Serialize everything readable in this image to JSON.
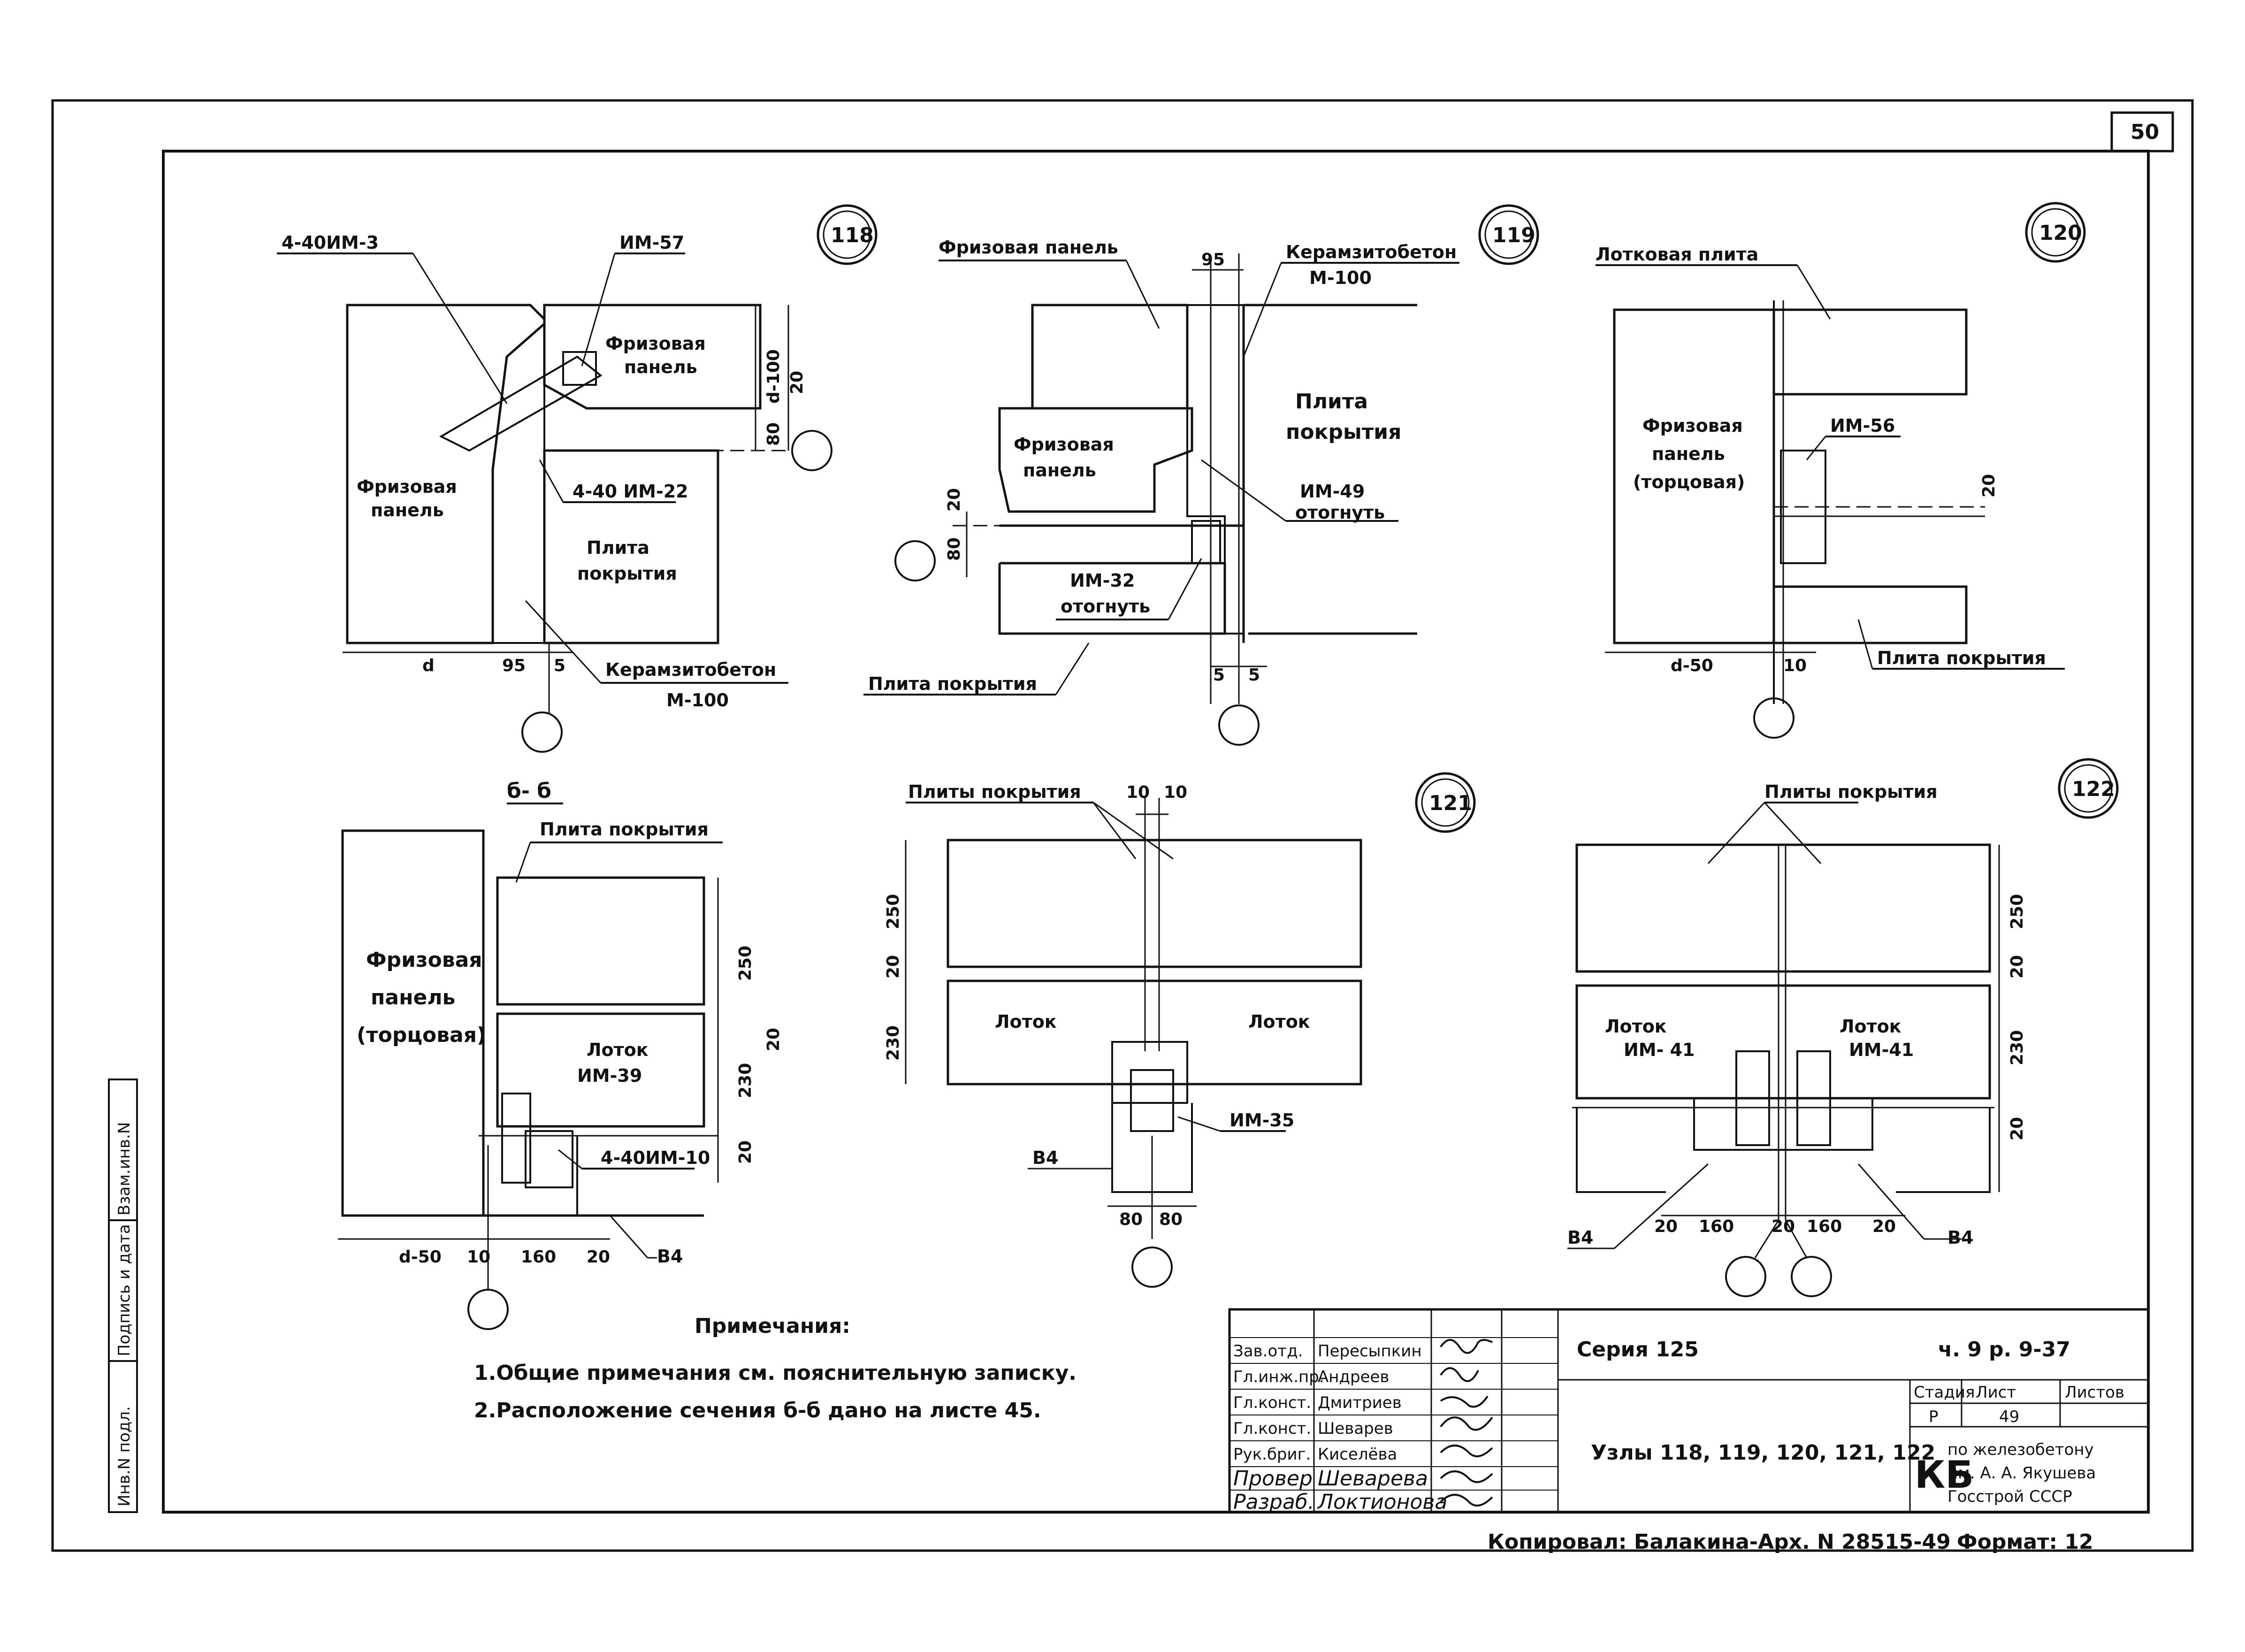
{
  "sheet": {
    "number": "50"
  },
  "side_stamp": {
    "cells": [
      "Инв.N подл.",
      "Подпись и дата",
      "Взам.инв.N"
    ]
  },
  "node118": {
    "number": "118",
    "labels": {
      "im3": "4-40ИМ-3",
      "im57": "ИМ-57",
      "frieze_panel_right_1": "Фризовая",
      "frieze_panel_right_2": "панель",
      "frieze_panel_left_1": "Фризовая",
      "frieze_panel_left_2": "панель",
      "im22": "4-40 ИМ-22",
      "slab_1": "Плита",
      "slab_2": "покрытия",
      "concrete_1": "Керамзитобетон",
      "concrete_2": "М-100"
    },
    "dims": {
      "d_minus_100": "d-100",
      "d20": "20",
      "d80": "80",
      "d": "d",
      "d95": "95",
      "d5": "5"
    }
  },
  "node119": {
    "number": "119",
    "labels": {
      "frieze_panel": "Фризовая панель",
      "frieze_panel_lower_1": "Фризовая",
      "frieze_panel_lower_2": "панель",
      "concrete_1": "Керамзитобетон",
      "concrete_2": "М-100",
      "slab_1": "Плита",
      "slab_2": "покрытия",
      "im49_1": "ИМ-49",
      "im49_2": "отогнуть",
      "im32_1": "ИМ-32",
      "im32_2": "отогнуть",
      "slab_bottom": "Плита покрытия"
    },
    "dims": {
      "d95": "95",
      "d20": "20",
      "d80": "80",
      "d5a": "5",
      "d5b": "5"
    }
  },
  "node120": {
    "number": "120",
    "labels": {
      "tray_slab": "Лотковая плита",
      "frieze_1": "Фризовая",
      "frieze_2": "панель",
      "frieze_3": "(торцовая)",
      "im56": "ИМ-56",
      "slab_bottom": "Плита покрытия"
    },
    "dims": {
      "d20": "20",
      "d_minus_50": "d-50",
      "d10": "10"
    }
  },
  "section_bb": {
    "title": "б- б",
    "labels": {
      "slab": "Плита покрытия",
      "frieze_1": "Фризовая",
      "frieze_2": "панель",
      "frieze_3": "(торцовая)",
      "tray_1": "Лоток",
      "tray_2": "ИМ-39",
      "im10": "4-40ИМ-10",
      "b4": "В4"
    },
    "dims": {
      "d250": "250",
      "d20a": "20",
      "d230": "230",
      "d20b": "20",
      "d_minus_50": "d-50",
      "d10": "10",
      "d160": "160",
      "d20c": "20"
    }
  },
  "node121": {
    "number": "121",
    "labels": {
      "slabs": "Плиты покрытия",
      "tray_left": "Лоток",
      "tray_right": "Лоток",
      "im35": "ИМ-35",
      "b4": "В4"
    },
    "dims": {
      "d10a": "10",
      "d10b": "10",
      "d250": "250",
      "d20": "20",
      "d230": "230",
      "d80a": "80",
      "d80b": "80"
    }
  },
  "node122": {
    "number": "122",
    "labels": {
      "slabs": "Плиты покрытия",
      "tray_left_1": "Лоток",
      "tray_left_2": "ИМ- 41",
      "tray_right_1": "Лоток",
      "tray_right_2": "ИМ-41",
      "b4_left": "В4",
      "b4_right": "В4"
    },
    "dims": {
      "d250": "250",
      "d20a": "20",
      "d230": "230",
      "d20b": "20",
      "d20c": "20",
      "d160a": "160",
      "d20d": "20",
      "d160b": "160",
      "d20e": "20"
    }
  },
  "notes": {
    "title": "Примечания:",
    "items": [
      "1.Общие примечания см. пояснительную записку.",
      "2.Расположение сечения б-б дано на листе 45."
    ]
  },
  "title_block": {
    "roles": [
      "Зав.отд.",
      "Гл.инж.пр.",
      "Гл.конст.",
      "Гл.конст.",
      "Рук.бриг.",
      "Провер",
      "Разраб."
    ],
    "names": [
      "Пересыпкин",
      "Андреев",
      "Дмитриев",
      "Шеварев",
      "Киселёва",
      "Шеварева",
      "Локтионова"
    ],
    "series": "Серия 125",
    "part": "ч. 9 р. 9-37",
    "title": "Узлы 118, 119, 120, 121, 122",
    "headers": [
      "Стадия",
      "Лист",
      "Листов"
    ],
    "stage": "Р",
    "sheet": "49",
    "org_1": "по железобетону",
    "org_2": "им. А. А. Якушева",
    "org_3": "Госстрой СССР"
  },
  "footer": {
    "copied": "Копировал: Балакина-Арх. N 28515-49",
    "format": "Формат: 12"
  }
}
